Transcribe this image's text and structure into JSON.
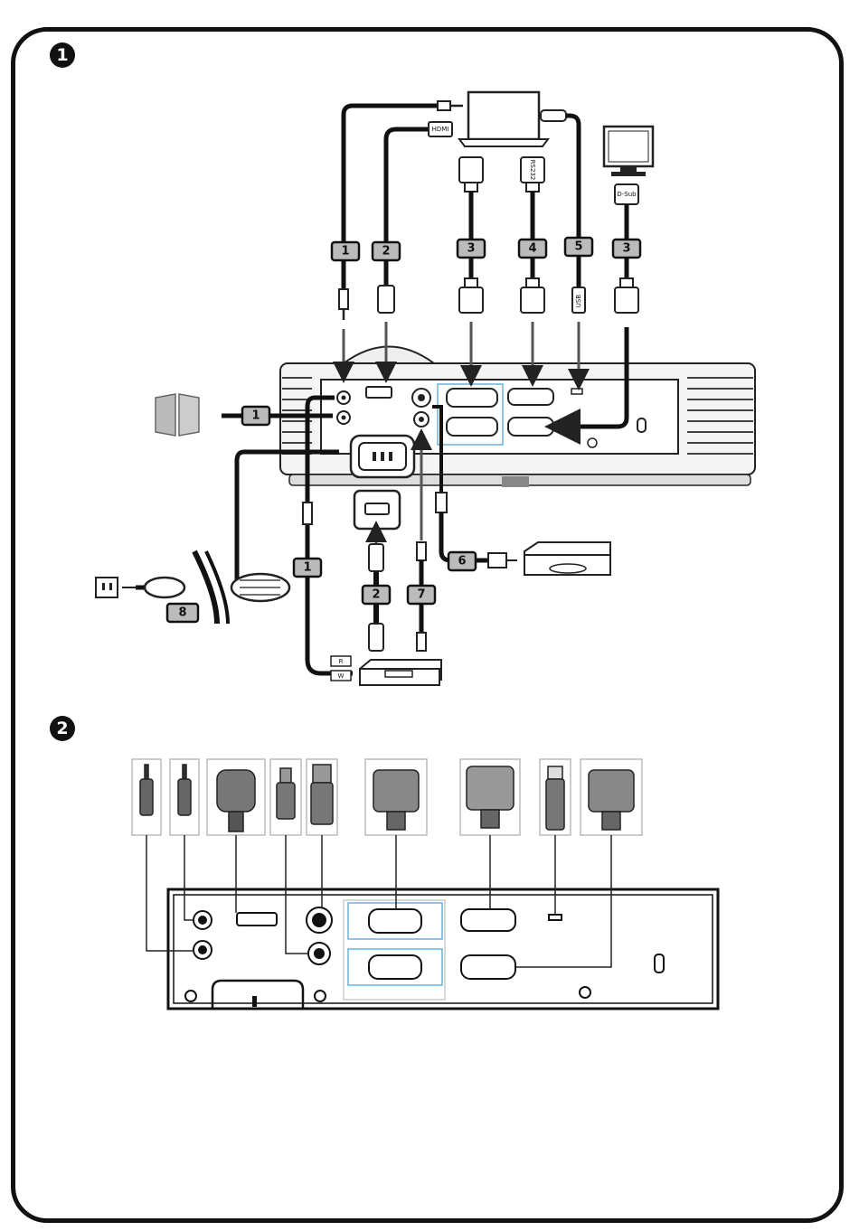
{
  "steps": {
    "one": "1",
    "two": "2"
  },
  "cable_numbers": {
    "audio_in_laptop": "1",
    "hdmi_laptop": "2",
    "vga_laptop": "3",
    "rs232": "4",
    "usb": "5",
    "vga_out_monitor": "3",
    "audio_out_speakers": "1",
    "svideo": "6",
    "audio_rca_player": "1",
    "hdmi_player": "2",
    "composite": "7",
    "power": "8"
  },
  "connector_labels": {
    "hdmi": "HDMI",
    "rs232": "RS232",
    "usb": "USB",
    "dsub": "D-Sub",
    "audio_r": "R",
    "audio_w": "W"
  }
}
